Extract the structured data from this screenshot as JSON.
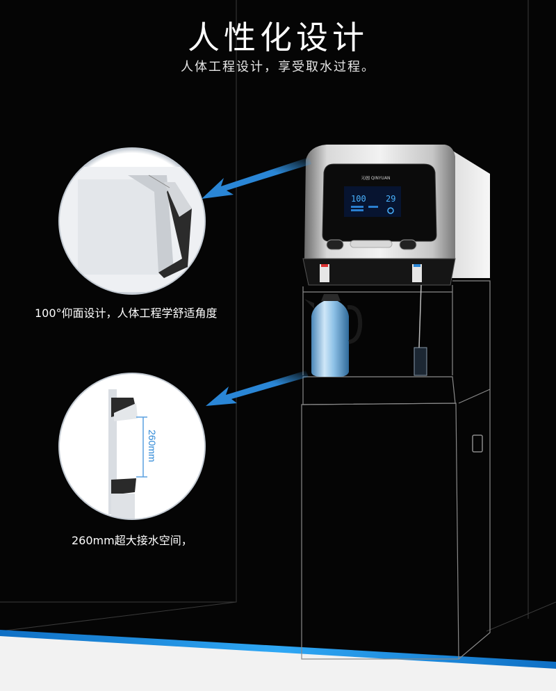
{
  "header": {
    "title": "人性化设计",
    "subtitle": "人体工程设计，享受取水过程。"
  },
  "features": [
    {
      "caption": "100°仰面设计，人体工程学舒适角度"
    },
    {
      "caption": "260mm超大接水空间，",
      "dimension_label": "260mm"
    }
  ],
  "device": {
    "brand": "沁园 QINYUAN",
    "display": {
      "left_value": "100",
      "right_value": "29"
    }
  },
  "colors": {
    "background": "#050505",
    "accent_blue": "#1a8fe0",
    "arrow_blue": "#2a86d6"
  }
}
